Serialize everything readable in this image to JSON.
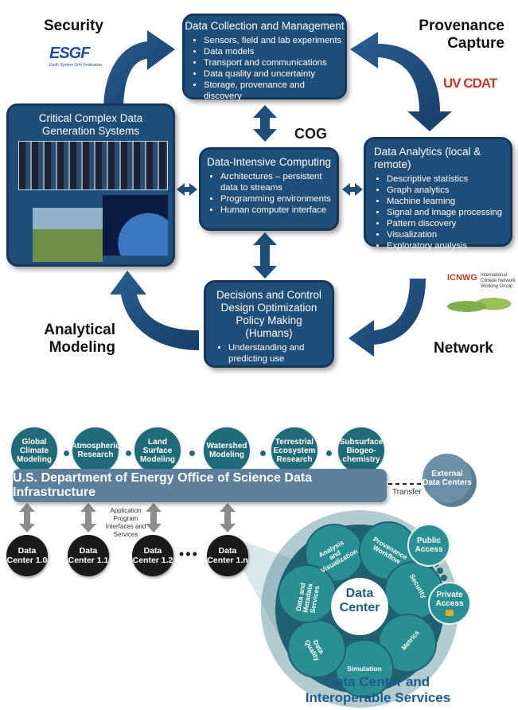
{
  "top": {
    "corners": {
      "security": "Security",
      "provenance_line1": "Provenance",
      "provenance_line2": "Capture",
      "analytical_line1": "Analytical",
      "analytical_line2": "Modeling",
      "network": "Network"
    },
    "logos": {
      "esgf": "ESGF",
      "esgf_sub": "Earth System Grid Federation",
      "uvcdat": "UV CDAT",
      "cog": "COG",
      "icnwg": "ICNWG",
      "icnwg_sub": [
        "International",
        "Climate Network",
        "Working Group"
      ]
    },
    "collection": {
      "title": "Data Collection and Management",
      "items": [
        "Sensors, field and lab experiments",
        "Data models",
        "Transport and communications",
        "Data quality and uncertainty",
        "Storage, provenance and discovery"
      ]
    },
    "critical": {
      "title_line1": "Critical Complex Data",
      "title_line2": "Generation Systems"
    },
    "computing": {
      "title": "Data-Intensive Computing",
      "items": [
        "Architectures – persistent data to streams",
        "Programming environments",
        "Human computer interface"
      ]
    },
    "analytics": {
      "title": "Data Analytics (local & remote)",
      "items": [
        "Descriptive statistics",
        "Graph analytics",
        "Machine learning",
        "Signal and image processing",
        "Pattern discovery",
        "Visualization",
        "Exploratory analysis"
      ]
    },
    "decisions": {
      "lines": [
        "Decisions and Control",
        "Design Optimization",
        "Policy Making",
        "(Humans)"
      ],
      "items": [
        "Understanding and predicting use"
      ]
    }
  },
  "bottom": {
    "research_domains": [
      "Global Climate Modeling",
      "Atmospheric Research",
      "Land Surface Modeling",
      "Watershed Modeling",
      "Terrestrial Ecosystem Research",
      "Subsurface Biogeo-chemistry"
    ],
    "infrastructure_banner": "U.S. Department of Energy Office of Science Data Infrastructure",
    "transfer_label": "Transfer",
    "external_centers": "External Data Centers",
    "api_label": "Application Program Interfaces and Services",
    "data_centers": [
      "Data Center 1.0",
      "Data Center 1.1",
      "Data Center 1.2",
      "Data Center 1.n"
    ],
    "ellipsis": "•••",
    "hub_center": "Data Center",
    "services": [
      "Analysis and Visualization",
      "Provenance Workflow",
      "Security",
      "Metrics",
      "Simulation",
      "Data Quality",
      "Data and Metadata Services"
    ],
    "public_access": "Public Access",
    "private_access": "Private Access",
    "caption_line1": "Data Center and",
    "caption_line2": "Interoperable Services"
  },
  "colors": {
    "box_blue": "#1f4e79",
    "teal": "#216a78",
    "banner": "#5d7f9c",
    "caption_blue": "#1f5a8a"
  }
}
